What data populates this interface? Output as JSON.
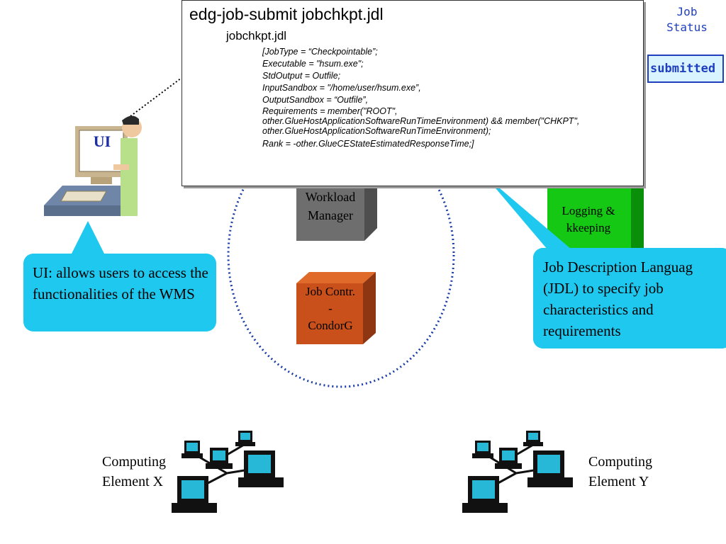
{
  "job_status": {
    "title": "Job Status",
    "value": "submitted"
  },
  "jdl_box": {
    "command": "edg-job-submit jobchkpt.jdl",
    "filename": "jobchkpt.jdl",
    "lines": [
      "[JobType = “Checkpointable”;",
      "Executable     = \"hsum.exe\";",
      "StdOutput = Outfile;",
      "InputSandbox = \"/home/user/hsum.exe”,",
      "OutputSandbox = “Outfile”,",
      "Requirements = member(\"ROOT\",",
      "other.GlueHostApplicationSoftwareRunTimeEnvironment) && member(\"CHKPT\",",
      "other.GlueHostApplicationSoftwareRunTimeEnvironment);",
      "Rank = -other.GlueCEStateEstimatedResponseTime;]"
    ]
  },
  "ui": {
    "screen_label": "UI",
    "callout": "UI: allows users to access the functionalities of the WMS"
  },
  "workload_manager": {
    "label_line1": "Workload",
    "label_line2": "Manager"
  },
  "job_controller": {
    "label_line1": "Job Contr.",
    "label_line2": "-",
    "label_line3": "CondorG"
  },
  "logging": {
    "label_line1": "Logging &",
    "label_line2": "kkeeping"
  },
  "jdl_callout": {
    "line1": "Job Description Languag",
    "line2": "(JDL) to specify job",
    "line3": "characteristics and",
    "line4": "requirements"
  },
  "computing_elements": {
    "x": {
      "line1": "Computing",
      "line2": "Element X"
    },
    "y": {
      "line1": "Computing",
      "line2": "Element Y"
    }
  },
  "colors": {
    "callout": "#1ec8ef",
    "workload_manager": "#6e6e6e",
    "job_controller": "#c9501a",
    "logging": "#14c814",
    "ellipse": "#1a3ca8",
    "status_text": "#1f3fbf"
  }
}
